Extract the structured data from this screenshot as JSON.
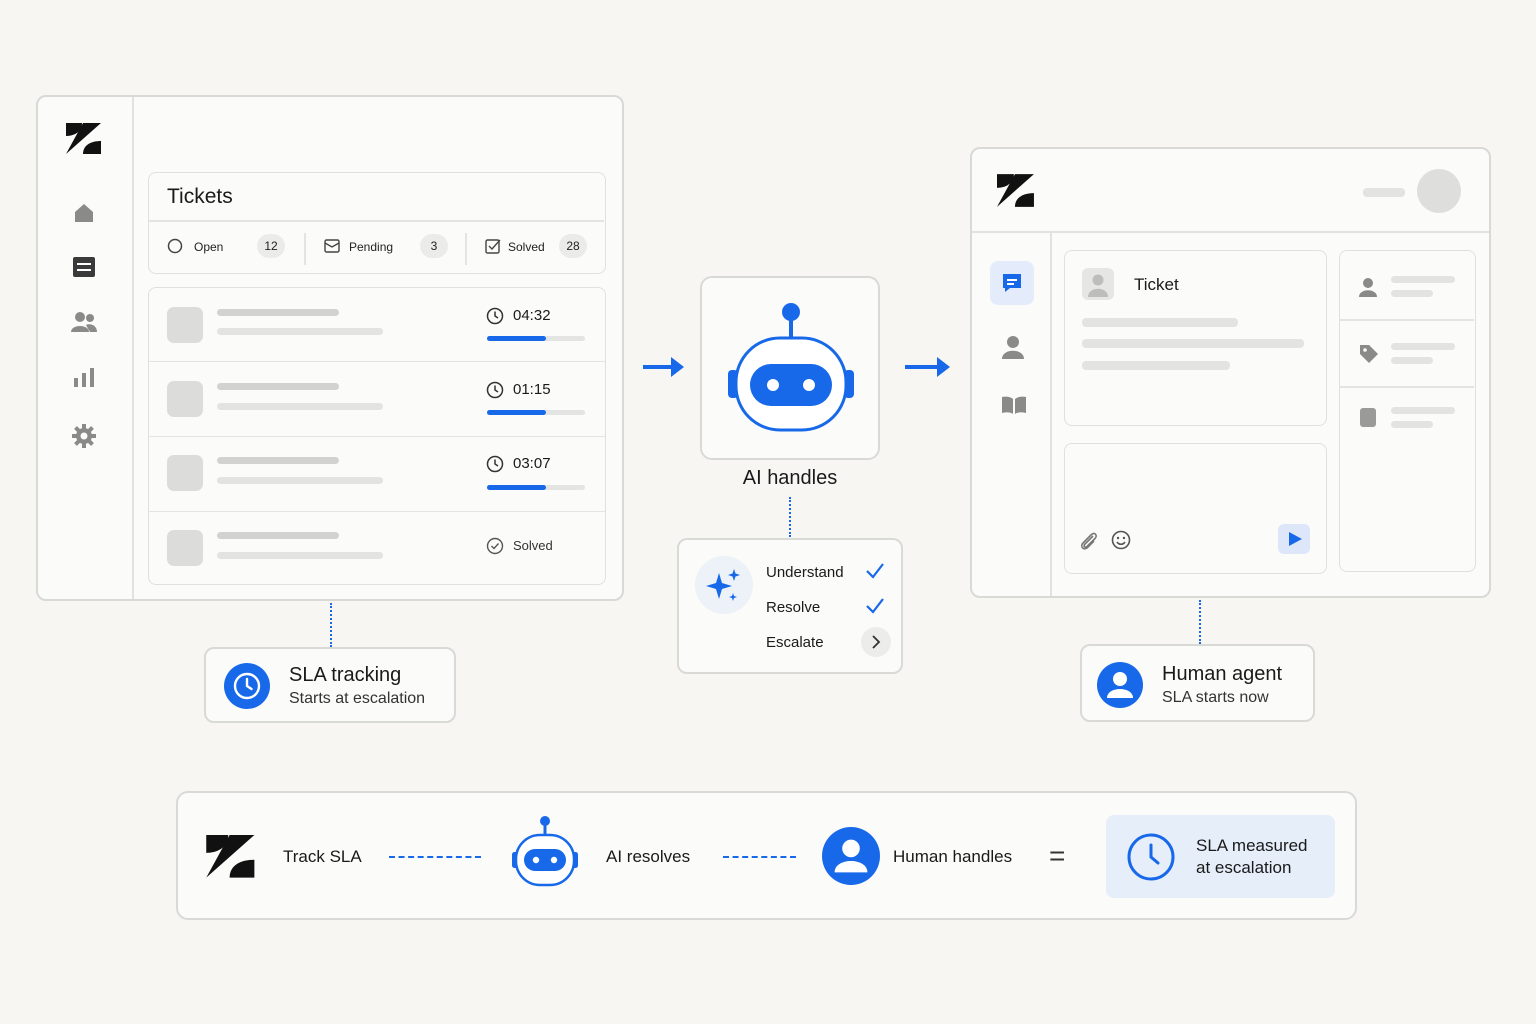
{
  "tickets_panel": {
    "title": "Tickets",
    "tabs": [
      {
        "label": "Open",
        "count": "12"
      },
      {
        "label": "Pending",
        "count": "3"
      },
      {
        "label": "Solved",
        "count": "28"
      }
    ],
    "rows": [
      {
        "timer": "04:32",
        "progress": 0.6
      },
      {
        "timer": "01:15",
        "progress": 0.6
      },
      {
        "timer": "03:07",
        "progress": 0.6
      },
      {
        "status": "Solved"
      }
    ]
  },
  "sla_tracking": {
    "title": "SLA tracking",
    "subtitle": "Starts at escalation"
  },
  "ai": {
    "label": "AI handles",
    "steps": [
      {
        "label": "Understand",
        "state": "done"
      },
      {
        "label": "Resolve",
        "state": "done"
      },
      {
        "label": "Escalate",
        "state": "next"
      }
    ]
  },
  "agent_panel": {
    "ticket_title": "Ticket"
  },
  "human_agent": {
    "title": "Human agent",
    "subtitle": "SLA starts now"
  },
  "summary": {
    "track": "Track SLA",
    "ai": "AI resolves",
    "human": "Human handles",
    "equals": "=",
    "result_line1": "SLA measured",
    "result_line2": "at escalation"
  },
  "colors": {
    "accent": "#1769ea",
    "background": "#f7f6f2",
    "border": "#d9d9d6"
  }
}
